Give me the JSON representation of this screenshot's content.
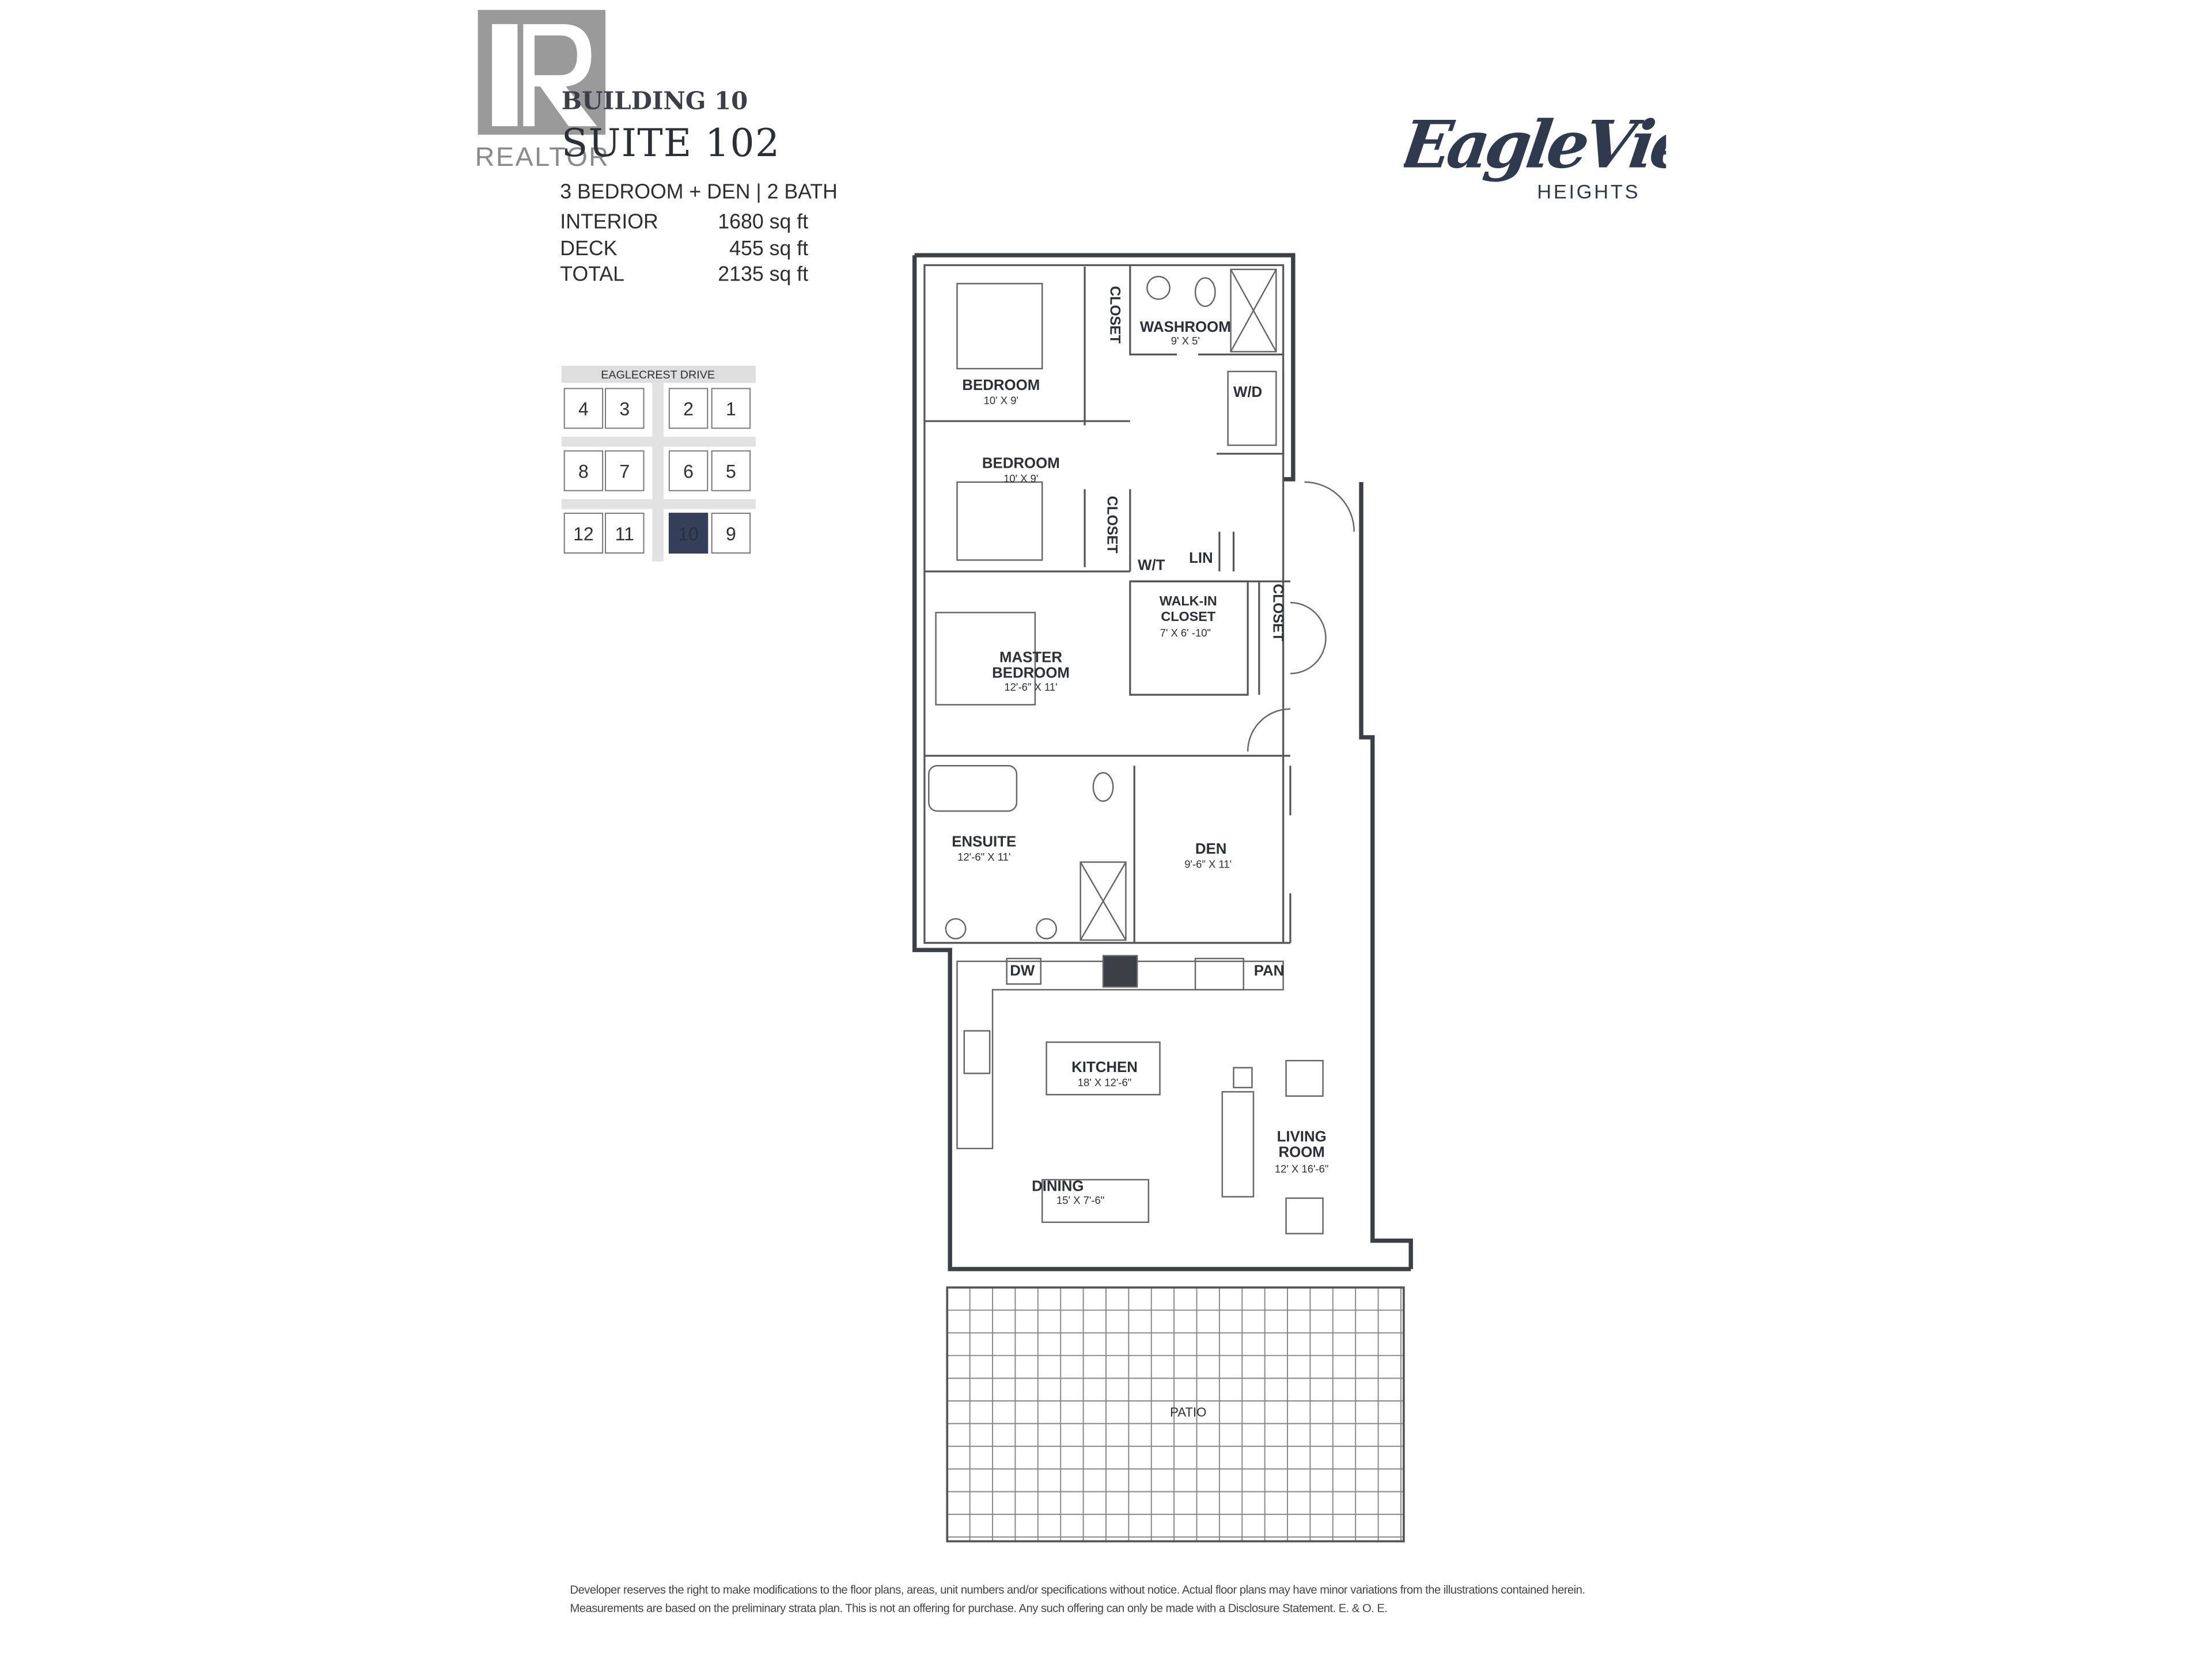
{
  "watermark": {
    "logo_letter": "R",
    "text": "REALTOR"
  },
  "header": {
    "building": "BUILDING 10",
    "suite": "SUITE 102",
    "config": "3 BEDROOM + DEN | 2 BATH",
    "stats": [
      {
        "label": "INTERIOR",
        "value": "1680 sq ft"
      },
      {
        "label": "DECK",
        "value": "455 sq ft"
      },
      {
        "label": "TOTAL",
        "value": "2135 sq ft"
      }
    ]
  },
  "brand": {
    "script": "EagleView",
    "sub": "HEIGHTS",
    "color": "#2f3a4f"
  },
  "key_plan": {
    "street": "EAGLECREST DRIVE",
    "buildings": [
      "4",
      "3",
      "2",
      "1",
      "8",
      "7",
      "6",
      "5",
      "12",
      "11",
      "10",
      "9"
    ],
    "highlighted": "10",
    "highlight_color": "#34405a"
  },
  "rooms": {
    "bedroom1": {
      "name": "BEDROOM",
      "dims": "10' X 9'"
    },
    "closet1": "CLOSET",
    "washroom": {
      "name": "WASHROOM",
      "dims": "9' X 5'"
    },
    "wd": "W/D",
    "bedroom2": {
      "name": "BEDROOM",
      "dims": "10' X 9'"
    },
    "closet2": "CLOSET",
    "wt": "W/T",
    "lin": "LIN",
    "master": {
      "name1": "MASTER",
      "name2": "BEDROOM",
      "dims": "12'-6\" X 11'"
    },
    "walkin": {
      "name1": "WALK-IN",
      "name2": "CLOSET",
      "dims": "7' X 6' -10\""
    },
    "closet3": "CLOSET",
    "ensuite": {
      "name": "ENSUITE",
      "dims": "12'-6\" X 11'"
    },
    "den": {
      "name": "DEN",
      "dims": "9'-6\" X 11'"
    },
    "dw": "DW",
    "pan": "PAN",
    "kitchen": {
      "name": "KITCHEN",
      "dims": "18' X 12'-6\""
    },
    "living": {
      "name1": "LIVING",
      "name2": "ROOM",
      "dims": "12' X 16'-6\""
    },
    "dining": {
      "name": "DINING",
      "dims": "15' X 7'-6\""
    },
    "patio": "PATIO"
  },
  "disclaimer": [
    "Developer reserves the right to make modifications to the floor plans, areas, unit numbers and/or specifications without notice. Actual floor plans may have minor variations from the illustrations contained herein.",
    "Measurements are based on the preliminary strata plan. This is not an offering for purchase. Any such offering can only be made with a Disclosure Statement. E. & O. E."
  ]
}
